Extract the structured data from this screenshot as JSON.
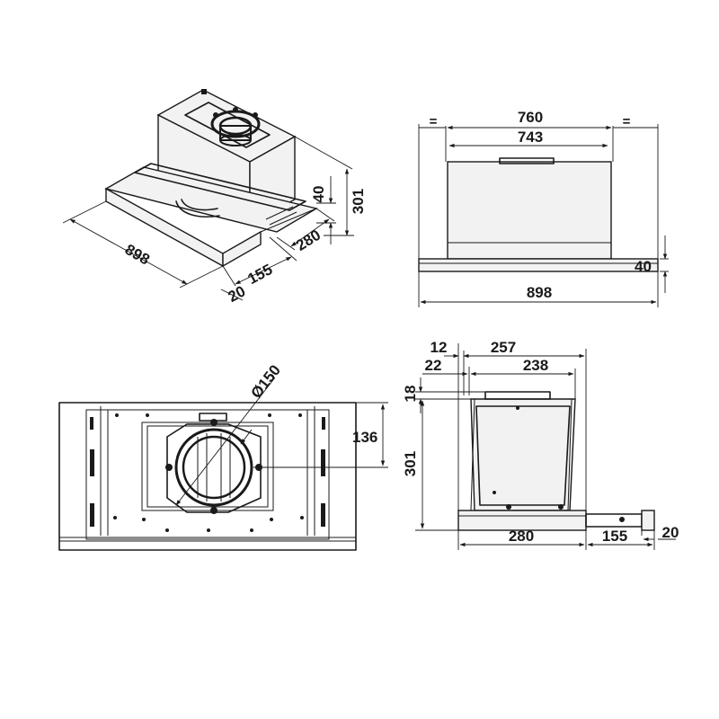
{
  "isometric_view": {
    "width": "898",
    "depth_base": "280",
    "drawer_travel": "155",
    "front_thickness": "20",
    "front_height": "40",
    "total_height": "301"
  },
  "front_view": {
    "hood_width": "760",
    "inner_width": "743",
    "front_height": "40",
    "total_width": "898",
    "gap_left": "=",
    "gap_right": "="
  },
  "top_view": {
    "duct_diameter": "Ø150",
    "duct_offset": "136"
  },
  "side_view": {
    "dim_12": "12",
    "dim_257": "257",
    "dim_22": "22",
    "dim_238": "238",
    "dim_18": "18",
    "height": "301",
    "base_depth": "280",
    "drawer_travel": "155",
    "front_thickness": "20"
  }
}
